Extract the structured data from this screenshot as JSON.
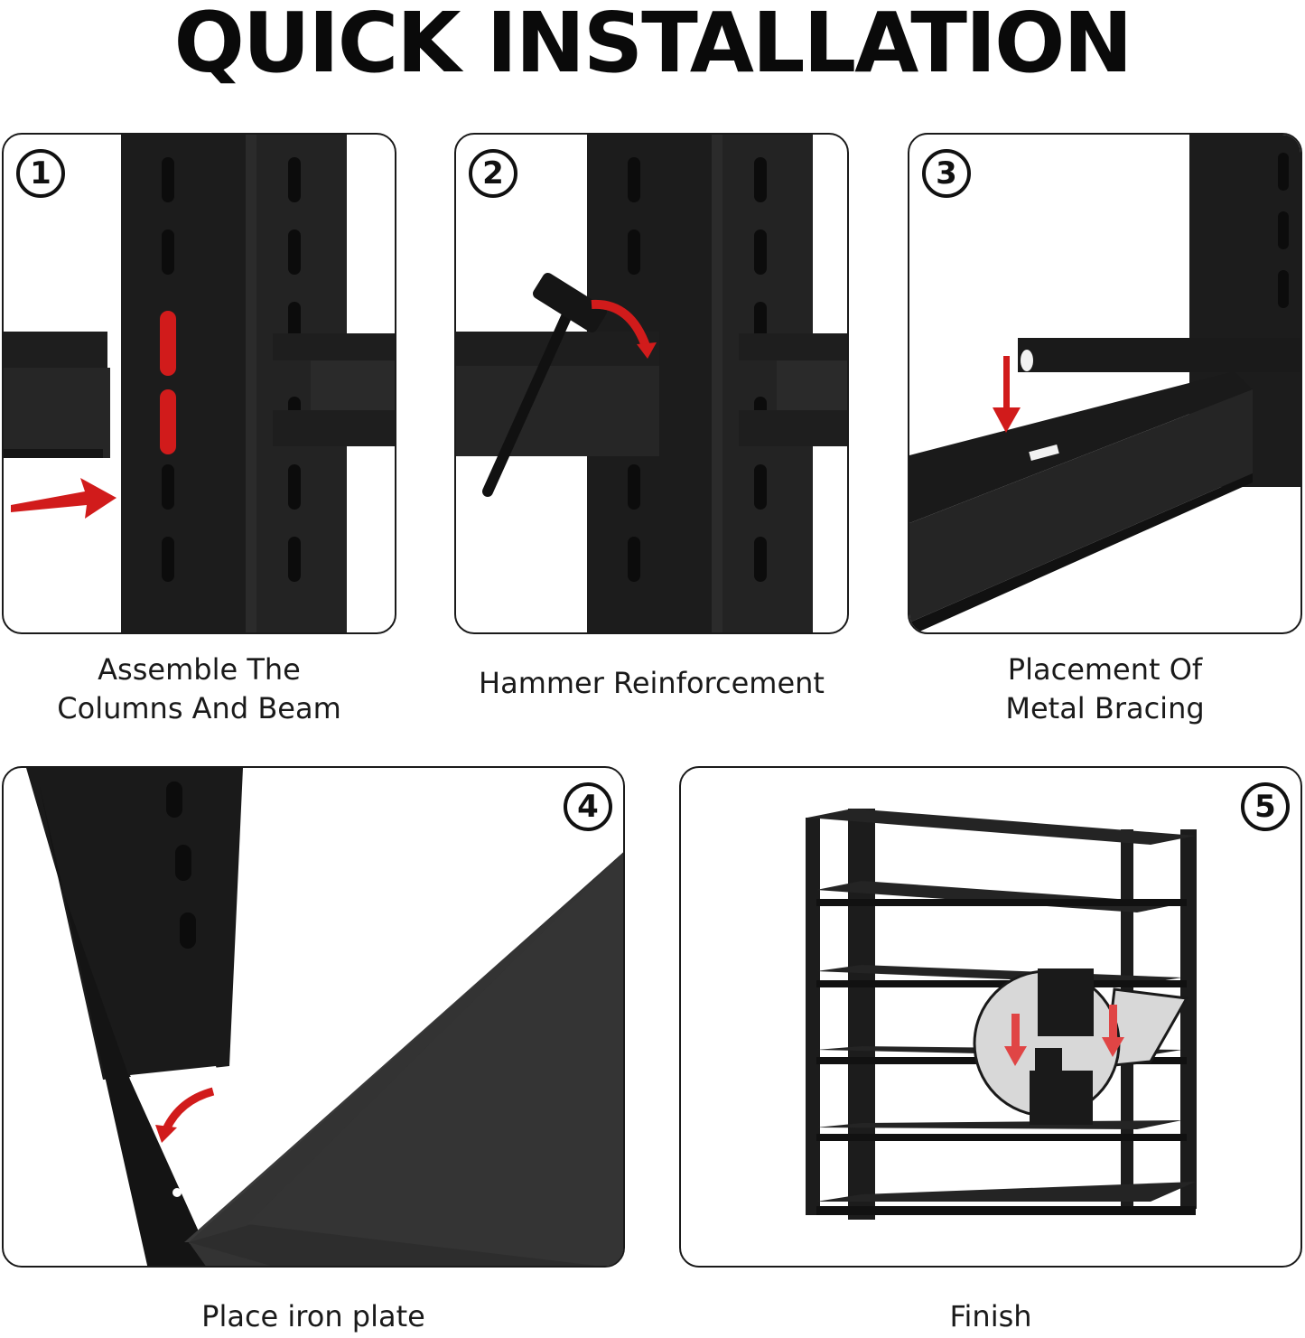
{
  "title": "QUICK INSTALLATION",
  "steps": [
    {
      "number": "1",
      "caption": "Assemble The\nColumns And Beam"
    },
    {
      "number": "2",
      "caption": "Hammer Reinforcement"
    },
    {
      "number": "3",
      "caption": "Placement Of\nMetal Bracing"
    },
    {
      "number": "4",
      "caption": "Place iron plate"
    },
    {
      "number": "5",
      "caption": "Finish"
    }
  ],
  "colors": {
    "metal": "#1c1c1c",
    "metal_light": "#2e2e2e",
    "plate": "#3a3a3a",
    "accent_red": "#d11b1b",
    "border": "#1a1a1a"
  }
}
